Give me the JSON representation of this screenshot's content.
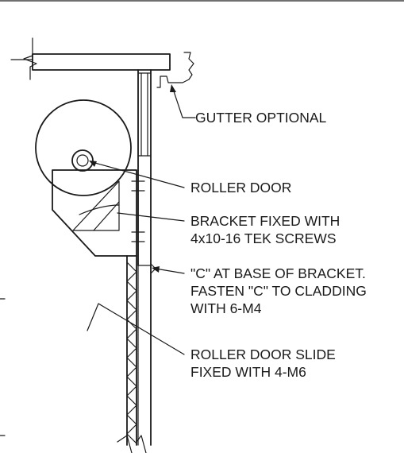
{
  "labels": {
    "gutter": "GUTTER OPTIONAL",
    "roller_door": "ROLLER DOOR",
    "bracket_line1": "BRACKET FIXED WITH",
    "bracket_line2": "4x10-16 TEK SCREWS",
    "c_line1": "\"C\" AT BASE OF BRACKET.",
    "c_line2": "FASTEN \"C\" TO CLADDING",
    "c_line3": "WITH 6-M4",
    "slide_line1": "ROLLER DOOR SLIDE",
    "slide_line2": "FIXED WITH 4-M6"
  }
}
